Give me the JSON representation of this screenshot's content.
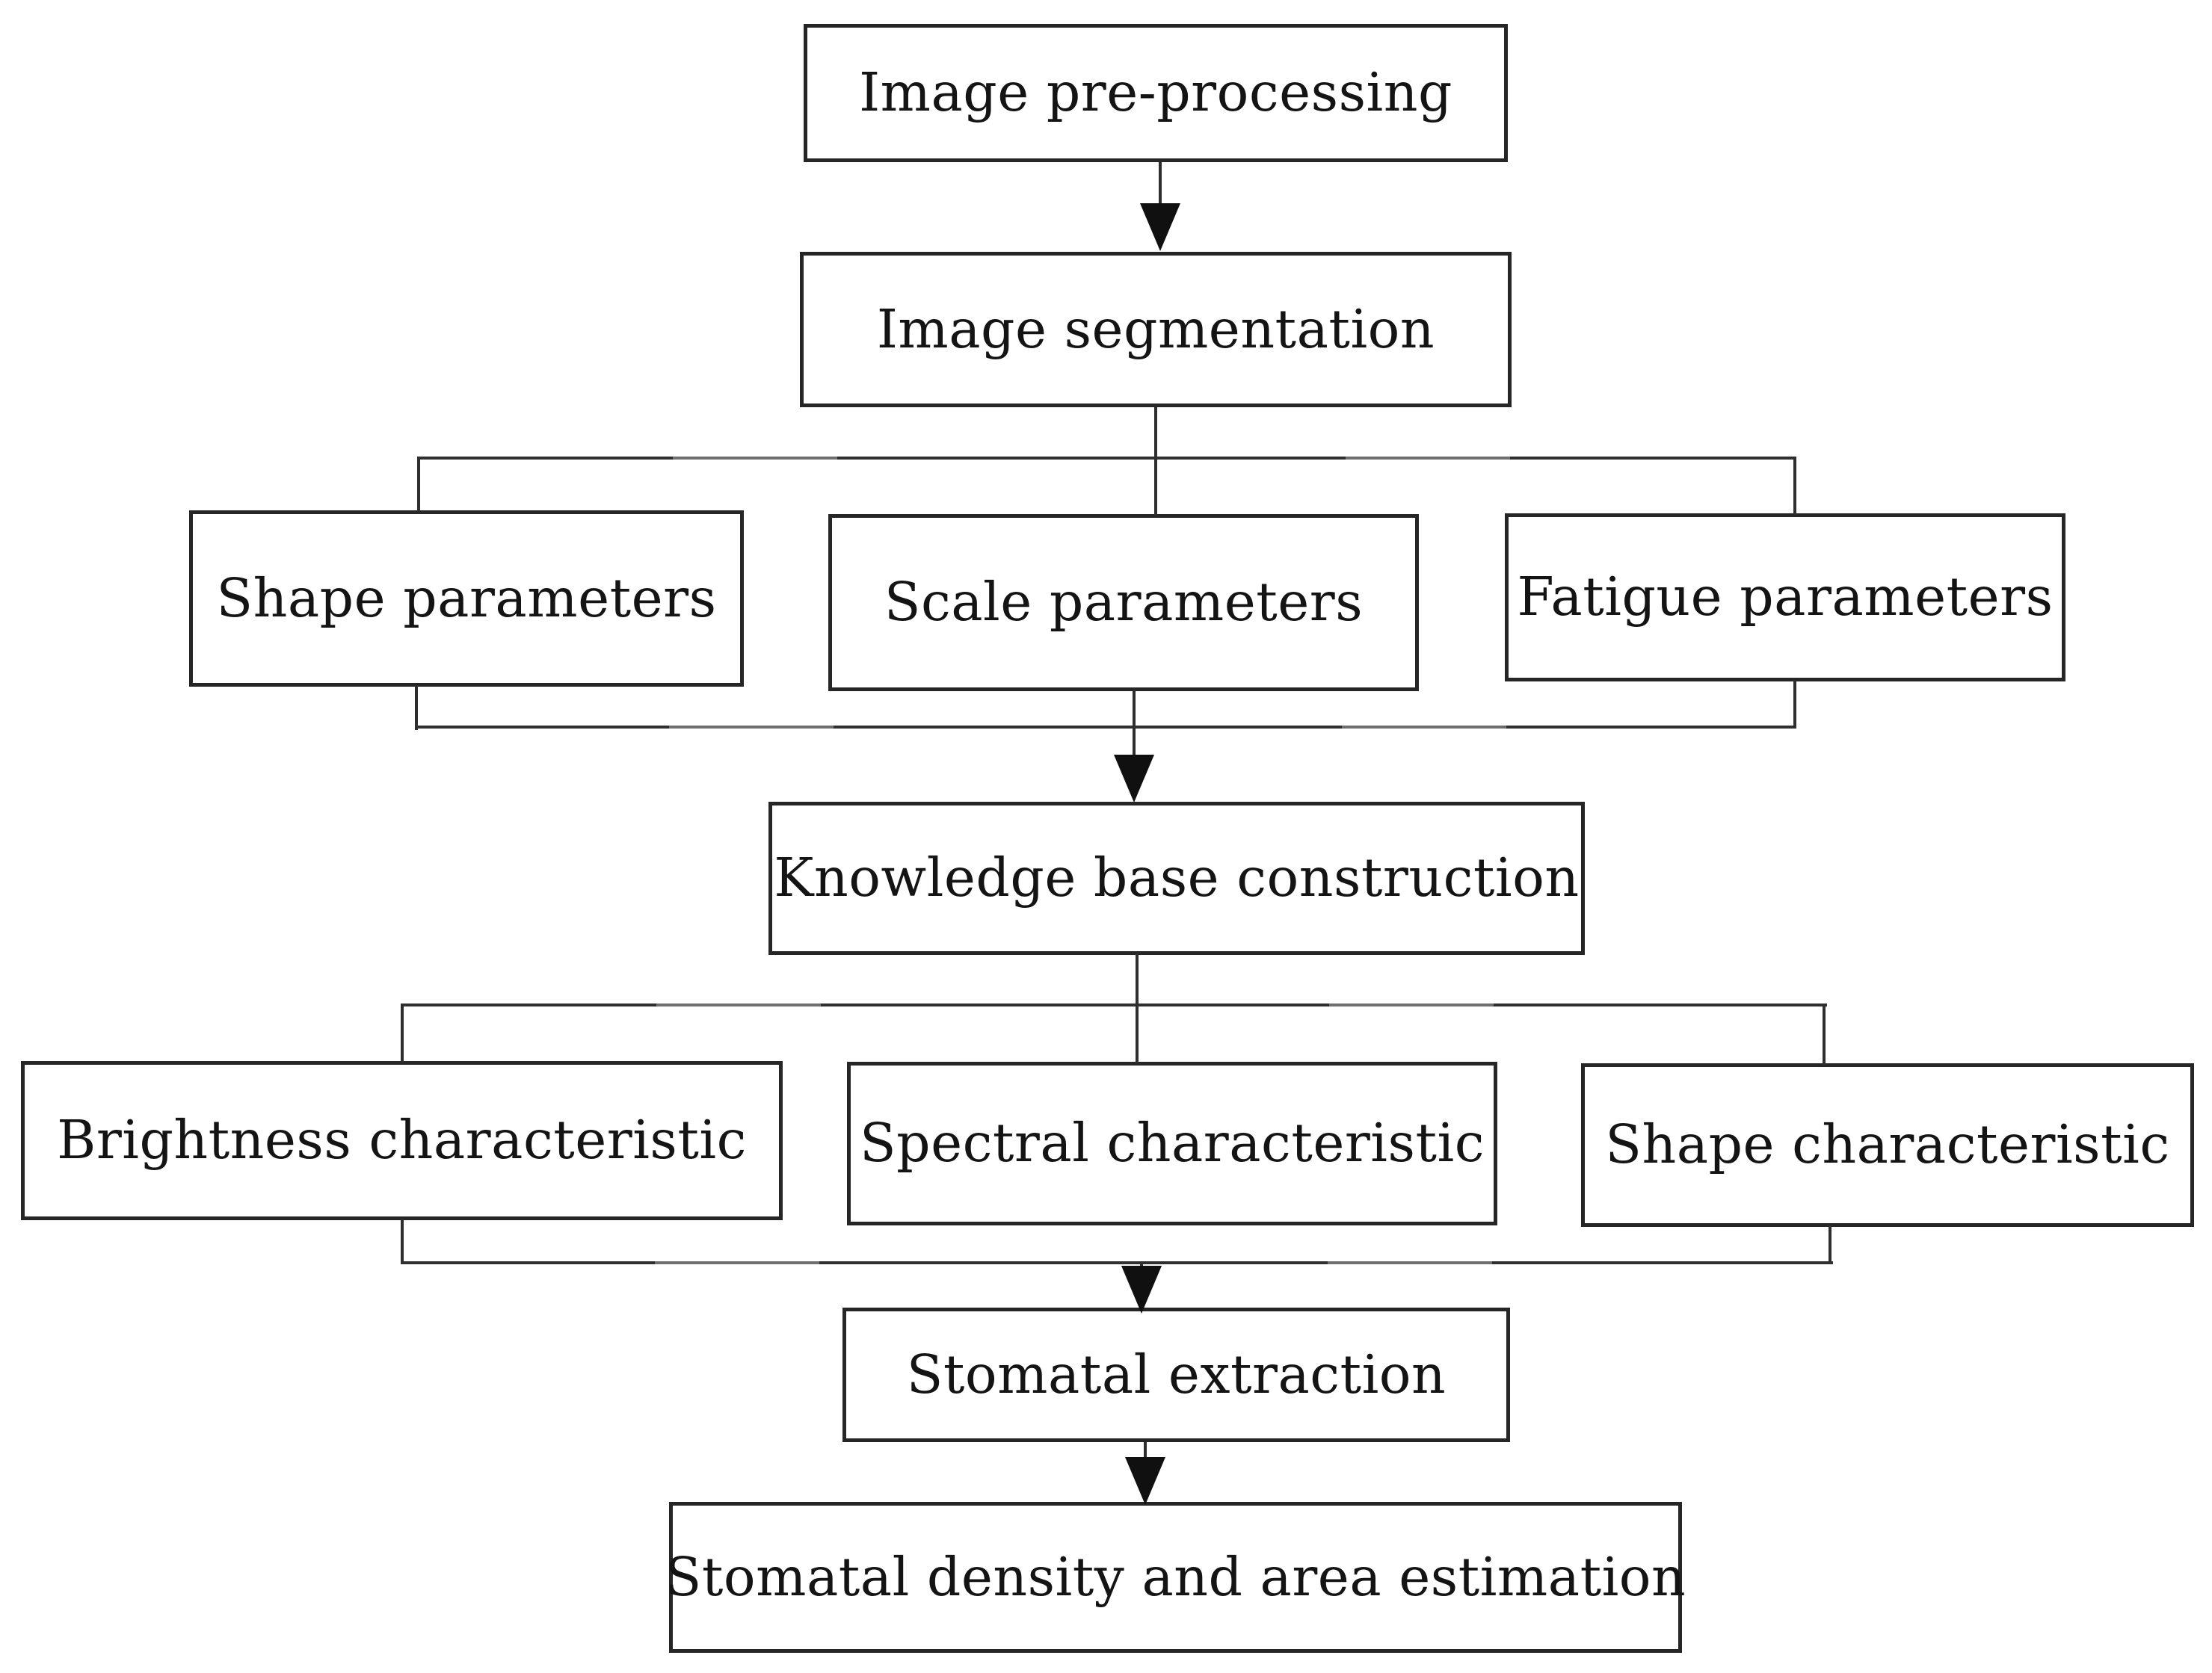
{
  "diagram": {
    "type": "flowchart",
    "background_color": "#ffffff",
    "box_border_color": "#262626",
    "line_color": "#2e2e2e",
    "text_color": "#141414",
    "nodes": {
      "image_pre_processing": {
        "label": "Image pre-processing"
      },
      "image_segmentation": {
        "label": "Image segmentation"
      },
      "shape_parameters": {
        "label": "Shape parameters"
      },
      "scale_parameters": {
        "label": "Scale parameters"
      },
      "fatigue_parameters": {
        "label": "Fatigue parameters"
      },
      "knowledge_base_construction": {
        "label": "Knowledge base construction"
      },
      "brightness_characteristic": {
        "label": "Brightness characteristic"
      },
      "spectral_characteristic": {
        "label": "Spectral characteristic"
      },
      "shape_characteristic": {
        "label": "Shape characteristic"
      },
      "stomatal_extraction": {
        "label": "Stomatal extraction"
      },
      "stomatal_density_area": {
        "label": "Stomatal density and area estimation"
      }
    },
    "edges": [
      {
        "from": "image_pre_processing",
        "to": "image_segmentation",
        "arrowhead": true
      },
      {
        "from": "image_segmentation",
        "to": "shape_parameters",
        "arrowhead": false
      },
      {
        "from": "image_segmentation",
        "to": "scale_parameters",
        "arrowhead": false
      },
      {
        "from": "image_segmentation",
        "to": "fatigue_parameters",
        "arrowhead": false
      },
      {
        "from": "shape_parameters",
        "to": "knowledge_base_construction",
        "arrowhead": true
      },
      {
        "from": "scale_parameters",
        "to": "knowledge_base_construction",
        "arrowhead": true
      },
      {
        "from": "fatigue_parameters",
        "to": "knowledge_base_construction",
        "arrowhead": true
      },
      {
        "from": "knowledge_base_construction",
        "to": "brightness_characteristic",
        "arrowhead": false
      },
      {
        "from": "knowledge_base_construction",
        "to": "spectral_characteristic",
        "arrowhead": false
      },
      {
        "from": "knowledge_base_construction",
        "to": "shape_characteristic",
        "arrowhead": false
      },
      {
        "from": "brightness_characteristic",
        "to": "stomatal_extraction",
        "arrowhead": true
      },
      {
        "from": "spectral_characteristic",
        "to": "stomatal_extraction",
        "arrowhead": true
      },
      {
        "from": "shape_characteristic",
        "to": "stomatal_extraction",
        "arrowhead": true
      },
      {
        "from": "stomatal_extraction",
        "to": "stomatal_density_area",
        "arrowhead": true
      }
    ]
  }
}
